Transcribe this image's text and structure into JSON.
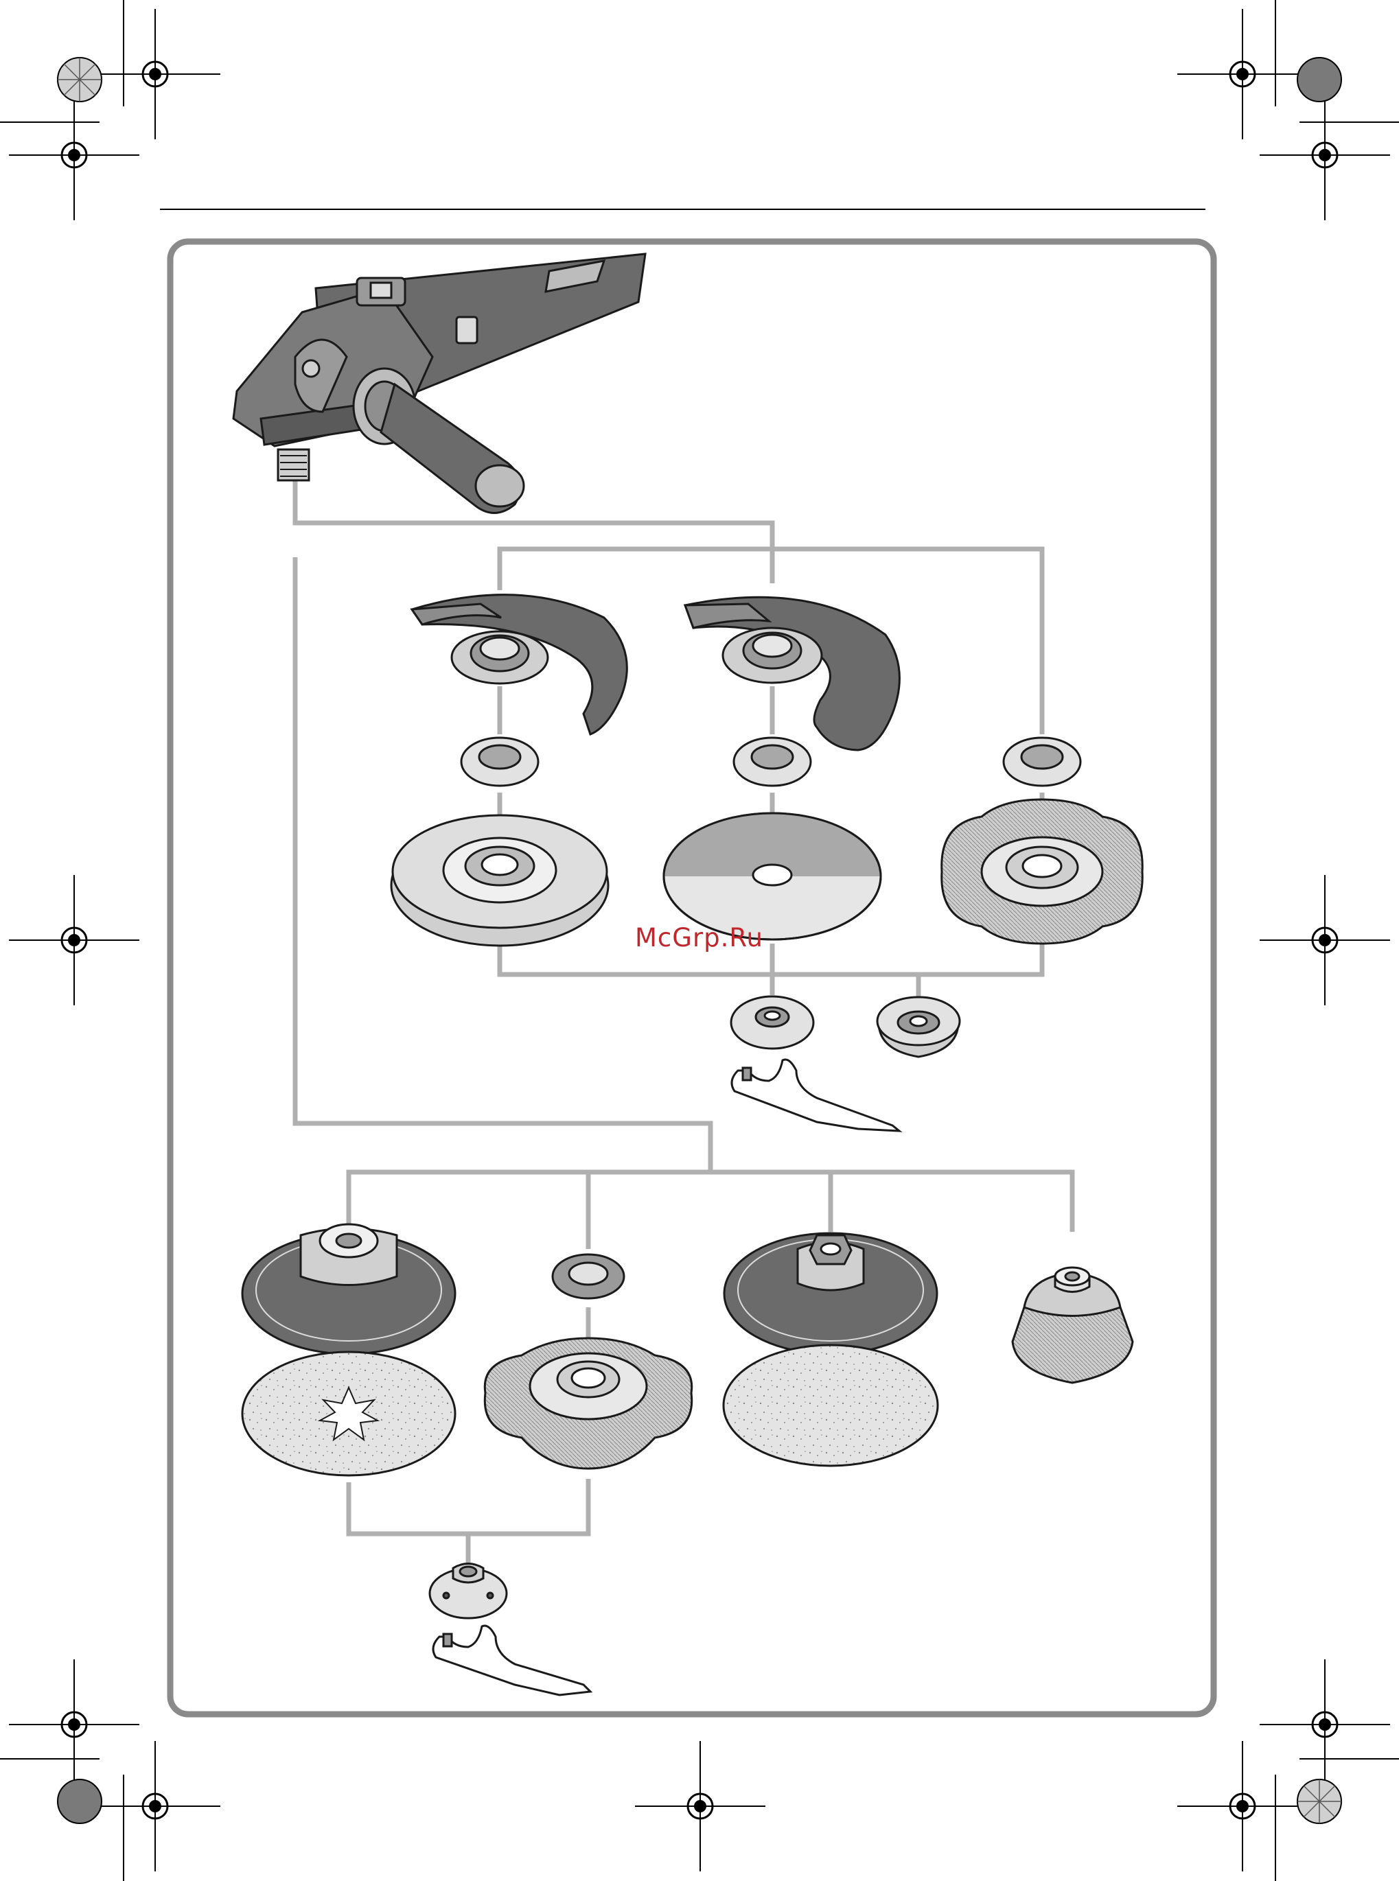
{
  "watermark": {
    "text": "McGrp.Ru",
    "color": "#c0272d"
  },
  "colors": {
    "frame": "#8a8a8a",
    "connector": "#b0b0b0",
    "tool_dark": "#6b6b6b",
    "tool_mid": "#9a9a9a",
    "tool_light": "#d9d9d9",
    "outline": "#1a1a1a"
  },
  "parts": [
    "angle-grinder",
    "protection-guard-grinding",
    "protection-guard-cutting",
    "mounting-flange",
    "grinding-disc",
    "cutting-disc",
    "wire-wheel-brush",
    "clamping-nut",
    "quick-clamping-nut",
    "two-pin-spanner",
    "rubber-sanding-plate",
    "sanding-sheet",
    "flat-wire-brush",
    "polishing-plate",
    "lambswool-bonnet",
    "cup-brush"
  ]
}
